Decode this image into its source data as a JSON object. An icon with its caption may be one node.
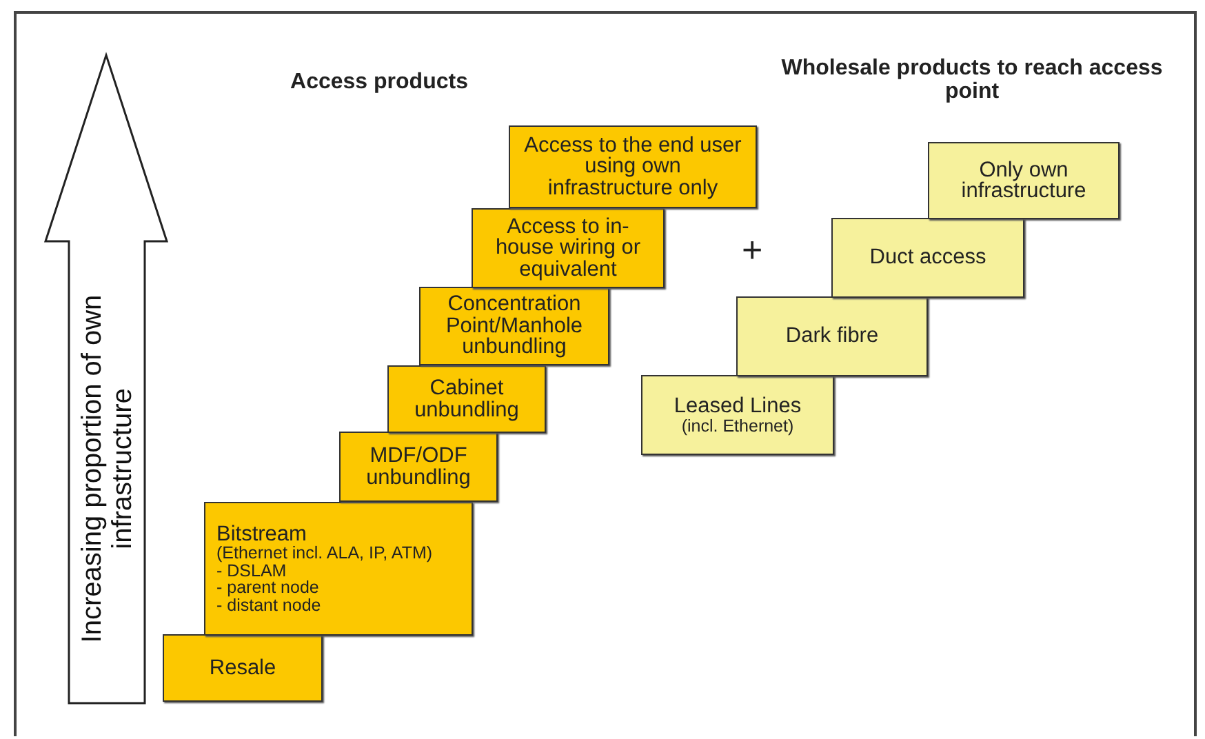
{
  "diagram": {
    "title": "Access products",
    "nodes": [
      {
        "text": [
          "Resale"
        ]
      },
      {
        "text": [
          "Bitstream",
          "(Ethernet incl. ALA, IP, ATM)",
          "- DSLAM",
          "- parent node",
          "- distant node"
        ]
      },
      {
        "text": [
          "MDF/ODF unbundling"
        ]
      },
      {
        "text": [
          "Cabinet unbundling"
        ]
      },
      {
        "text": [
          "Concentration Point/Manhole unbundling"
        ]
      },
      {
        "text": [
          "Access to in-house wiring or equivalent"
        ]
      },
      {
        "text": [
          "Access to the end user using own infrastructure only"
        ]
      },
      {
        "text": [
          "Leased Lines",
          "(incl. Ethernet)"
        ]
      },
      {
        "text": [
          "Dark fibre"
        ]
      },
      {
        "text": [
          "Duct access"
        ]
      },
      {
        "text": [
          "Only own infrastructure"
        ]
      }
    ],
    "labels": [
      "Wholesale products to reach access point",
      "+",
      "Increasing proportion of own infrastructure"
    ]
  }
}
